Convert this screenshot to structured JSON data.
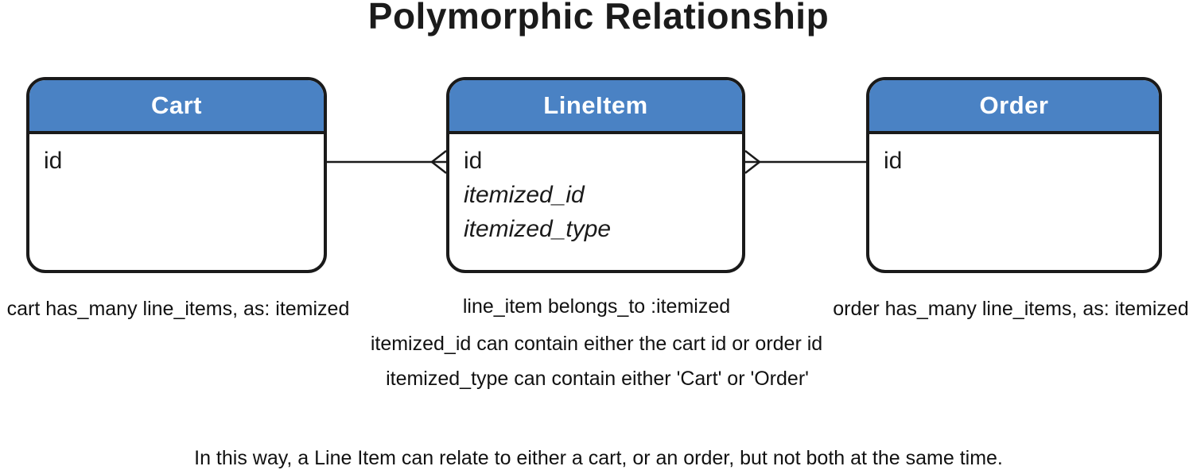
{
  "title": "Polymorphic Relationship",
  "colors": {
    "header_fill": "#4a82c4",
    "header_text": "#ffffff",
    "line": "#1a1a1a",
    "body_text": "#1a1a1a"
  },
  "entities": [
    {
      "name": "Cart",
      "fields": [
        "id"
      ],
      "note": "cart has_many line_items, as: itemized"
    },
    {
      "name": "LineItem",
      "fields": [
        "id",
        "itemized_id",
        "itemized_type"
      ],
      "note": "line_item belongs_to :itemized"
    },
    {
      "name": "Order",
      "fields": [
        "id"
      ],
      "note": "order has_many line_items, as: itemized"
    }
  ],
  "relationships": [
    {
      "from": "Cart",
      "to": "LineItem",
      "type": "one-to-many",
      "many_side": "LineItem"
    },
    {
      "from": "Order",
      "to": "LineItem",
      "type": "one-to-many",
      "many_side": "LineItem"
    }
  ],
  "lineitem_notes": [
    "itemized_id can contain either the cart id or order id",
    "itemized_type can contain either 'Cart' or 'Order'"
  ],
  "footer": "In this way, a Line Item can relate to either a cart, or an order, but not both at the same time."
}
